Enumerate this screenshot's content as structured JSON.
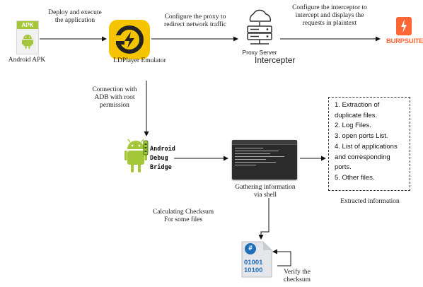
{
  "nodes": {
    "apk": {
      "icon_text": "APK",
      "label": "Android APK"
    },
    "ldplayer": {
      "label": "LDPlayer  Emulator"
    },
    "proxy": {
      "label": "Proxy Server"
    },
    "intercepter": {
      "label": "Intercepter"
    },
    "burp": {
      "logo_text": "BURPSUITE"
    },
    "adb": {
      "label_lines": [
        "Android",
        "Debug",
        "Bridge"
      ]
    },
    "shell": {
      "label_lines": [
        "Gathering information",
        "via shell"
      ]
    },
    "checksum": {
      "binary_lines": [
        "01001",
        "10100"
      ],
      "hash_symbol": "#"
    }
  },
  "edges": {
    "deploy": [
      "Deploy and execute",
      "the application"
    ],
    "configure_proxy": [
      "Configure the proxy to",
      "redirect network traffic"
    ],
    "configure_interceptor": [
      "Configure the interceptor to",
      "intercept and displays the",
      "requests in plaintext"
    ],
    "adb_connection": [
      "Connection with",
      "ADB with root",
      "permission"
    ],
    "calc_checksum": [
      "Calculating Checksum",
      "For some files"
    ],
    "verify": [
      "Verify the",
      "checksum"
    ]
  },
  "extracted": {
    "items": [
      "1. Extraction of",
      "duplicate files.",
      "2. Log Files.",
      "3. open ports List.",
      "4. List of applications",
      "and corresponding",
      "ports.",
      "5. Other files."
    ],
    "caption": "Extracted information"
  },
  "colors": {
    "apk_green": "#a4c639",
    "ldplayer_yellow": "#f5c400",
    "burp_orange": "#ff6633",
    "terminal_bg": "#2b2b2b"
  }
}
